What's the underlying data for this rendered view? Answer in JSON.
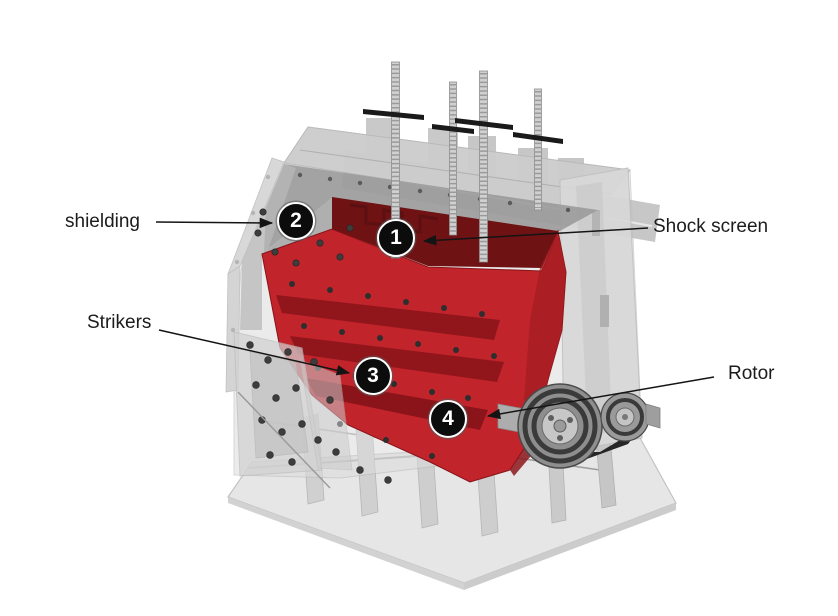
{
  "diagram": {
    "subject": "impact-crusher-cutaway",
    "callouts": [
      {
        "number": "1",
        "label": "Shock screen"
      },
      {
        "number": "2",
        "label": "shielding"
      },
      {
        "number": "3",
        "label": "Strikers"
      },
      {
        "number": "4",
        "label": "Rotor"
      }
    ],
    "colors": {
      "highlight_red": "#c2242b",
      "dark_red": "#6e1214",
      "housing_grey": "#d6d6d6",
      "badge_black": "#0c0c0c",
      "text_black": "#1c1c1c",
      "background": "#ffffff"
    }
  }
}
